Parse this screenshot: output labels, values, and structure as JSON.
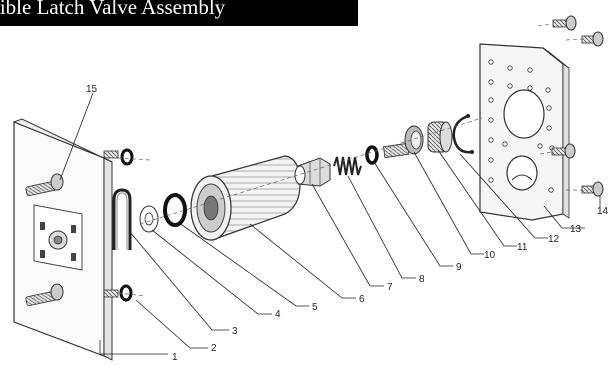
{
  "title": "tible Latch Valve Assembly",
  "callouts": {
    "c1": "1",
    "c2": "2",
    "c3": "3",
    "c4": "4",
    "c5": "5",
    "c6": "6",
    "c7": "7",
    "c8": "8",
    "c9": "9",
    "c10": "10",
    "c11": "11",
    "c12": "12",
    "c13": "13",
    "c14": "14",
    "c15": "15"
  }
}
